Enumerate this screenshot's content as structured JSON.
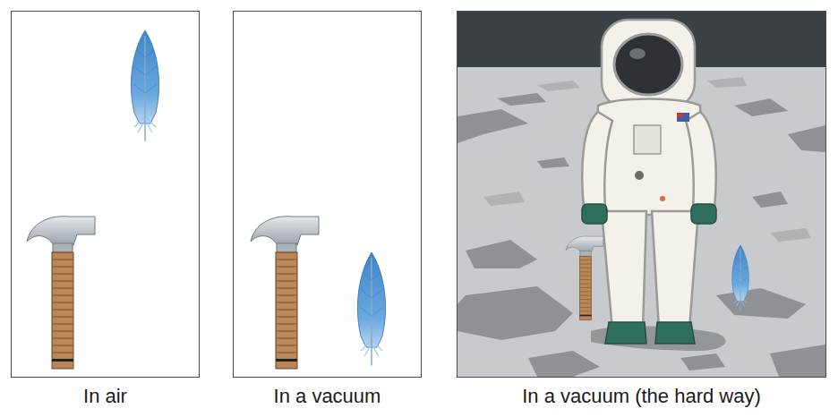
{
  "diagram": {
    "nodes": [
      {
        "text": [
          "In air"
        ]
      },
      {
        "text": [
          "In a vacuum"
        ]
      },
      {
        "text": [
          "In a vacuum (the hard way)"
        ]
      }
    ]
  }
}
